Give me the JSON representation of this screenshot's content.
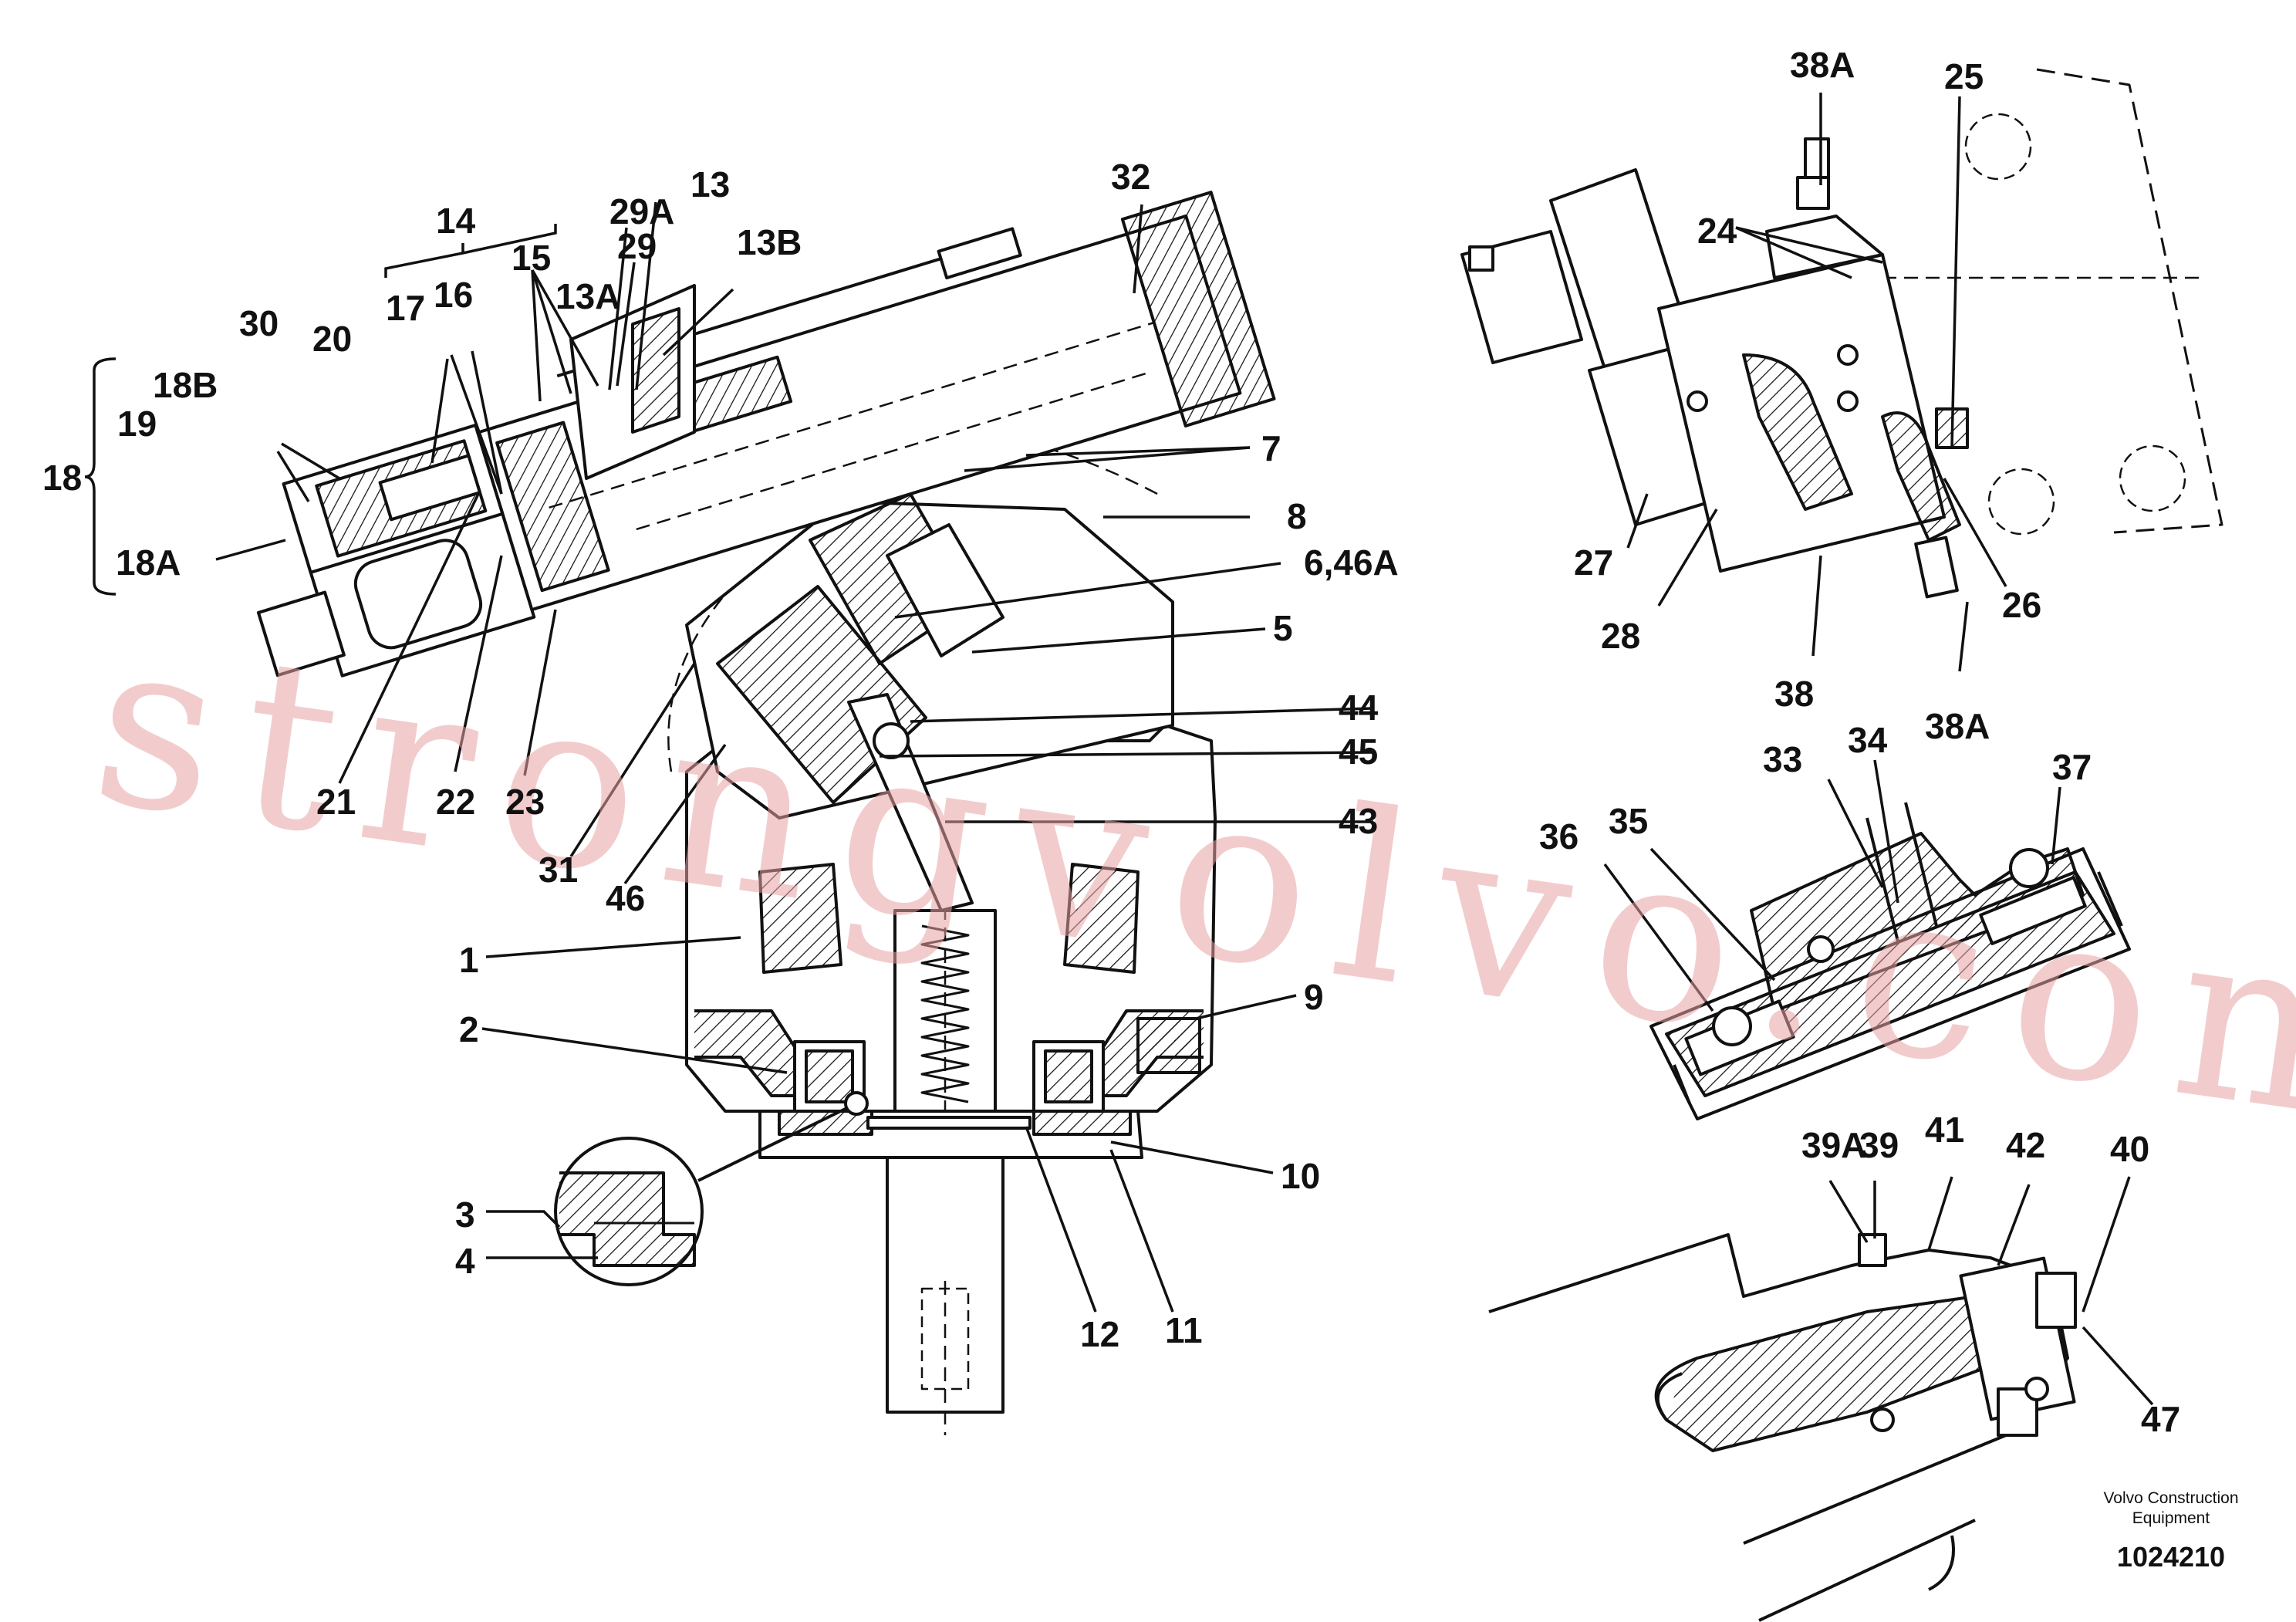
{
  "labels": {
    "l14": "14",
    "l15": "15",
    "l29A": "29A",
    "l29": "29",
    "l13": "13",
    "l13A": "13A",
    "l13B": "13B",
    "l32": "32",
    "l30": "30",
    "l20": "20",
    "l17": "17",
    "l16": "16",
    "l18B": "18B",
    "l19": "19",
    "l18": "18",
    "l18A": "18A",
    "l7": "7",
    "l8": "8",
    "l6_46A": "6,46A",
    "l5": "5",
    "l44": "44",
    "l45": "45",
    "l43": "43",
    "l21": "21",
    "l22": "22",
    "l23": "23",
    "l31": "31",
    "l46": "46",
    "l1": "1",
    "l9": "9",
    "l2": "2",
    "l10": "10",
    "l3": "3",
    "l4": "4",
    "l12": "12",
    "l11": "11",
    "l38A_top": "38A",
    "l25": "25",
    "l24": "24",
    "l27": "27",
    "l28": "28",
    "l38": "38",
    "l38A_bottom": "38A",
    "l26": "26",
    "l33": "33",
    "l34": "34",
    "l36": "36",
    "l35": "35",
    "l37": "37",
    "l39A": "39A",
    "l39": "39",
    "l41": "41",
    "l42": "42",
    "l40": "40",
    "l47": "47"
  },
  "footer": {
    "brand_line1": "Volvo Construction",
    "brand_line2": "Equipment",
    "drawing_number": "1024210"
  },
  "watermark": "strongvolvo.com",
  "colors": {
    "ink": "#111111",
    "watermark": "#e7a3a3",
    "background": "#ffffff"
  }
}
